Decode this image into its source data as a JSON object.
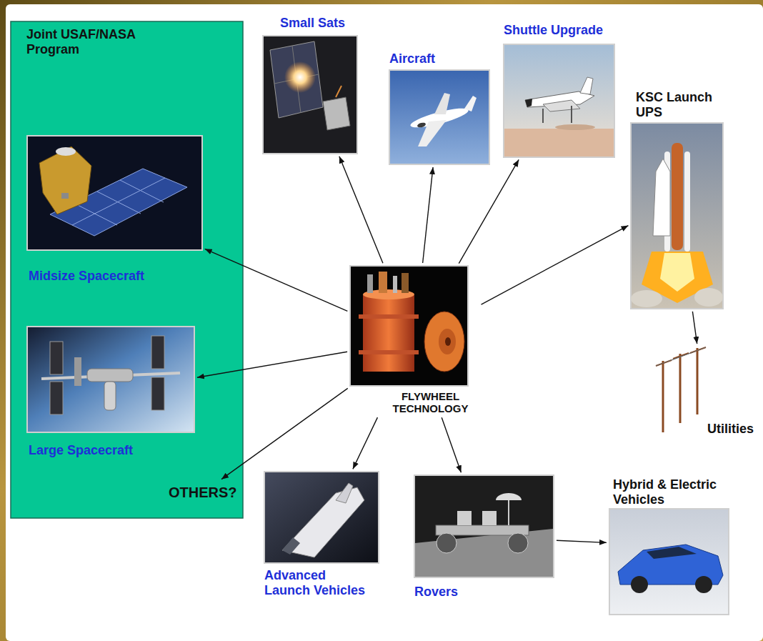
{
  "diagram": {
    "nodes": [
      {
        "text": [
          "Joint USAF/NASA Program"
        ]
      },
      {
        "text": [
          "Midsize Spacecraft"
        ],
        "in": 0
      },
      {
        "text": [
          "Large Spacecraft"
        ],
        "in": 0
      },
      {
        "text": [
          "OTHERS?"
        ],
        "in": 0
      },
      {
        "text": [
          "Small Sats"
        ]
      },
      {
        "text": [
          "Aircraft"
        ]
      },
      {
        "text": [
          "Shuttle Upgrade"
        ]
      },
      {
        "text": [
          "KSC Launch UPS"
        ]
      },
      {
        "text": [
          "FLYWHEEL TECHNOLOGY"
        ]
      },
      {
        "text": [
          "Utilities"
        ]
      },
      {
        "text": [
          "Advanced Launch Vehicles"
        ]
      },
      {
        "text": [
          "Rovers"
        ]
      },
      {
        "text": [
          "Hybrid & Electric Vehicles"
        ]
      }
    ],
    "edges": [
      {
        "from": 8,
        "to": 1,
        "arrow": "to"
      },
      {
        "from": 8,
        "to": 2,
        "arrow": "to"
      },
      {
        "from": 8,
        "to": 3,
        "arrow": "to"
      },
      {
        "from": 8,
        "to": 4,
        "arrow": "to"
      },
      {
        "from": 8,
        "to": 5,
        "arrow": "to"
      },
      {
        "from": 8,
        "to": 6,
        "arrow": "to"
      },
      {
        "from": 8,
        "to": 7,
        "arrow": "to"
      },
      {
        "from": 8,
        "to": 10,
        "arrow": "to"
      },
      {
        "from": 8,
        "to": 11,
        "arrow": "to"
      },
      {
        "from": 7,
        "to": 9,
        "arrow": "to"
      },
      {
        "from": 11,
        "to": 12,
        "arrow": "to"
      }
    ]
  }
}
